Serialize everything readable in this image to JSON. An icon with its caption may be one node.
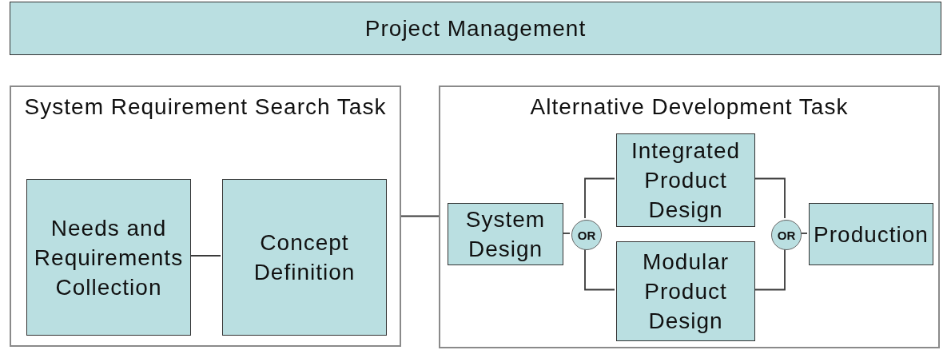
{
  "diagram": {
    "nodes": [
      {
        "text": [
          "Project Management"
        ]
      },
      {
        "text": [
          "System Requirement Search Task"
        ]
      },
      {
        "text": [
          "Needs and Requirements Collection"
        ],
        "in": 1
      },
      {
        "text": [
          "Concept Definition"
        ],
        "in": 1
      },
      {
        "text": [
          "Alternative Development Task"
        ]
      },
      {
        "text": [
          "System Design"
        ],
        "in": 4
      },
      {
        "text": [
          "OR"
        ],
        "in": 4
      },
      {
        "text": [
          "Integrated Product Design"
        ],
        "in": 4
      },
      {
        "text": [
          "Modular Product Design"
        ],
        "in": 4
      },
      {
        "text": [
          "OR"
        ],
        "in": 4
      },
      {
        "text": [
          "Production"
        ],
        "in": 4
      }
    ],
    "edges": [
      {
        "from": 2,
        "to": 3,
        "arrow": "none"
      },
      {
        "from": 1,
        "to": 4,
        "arrow": "none"
      },
      {
        "from": 5,
        "to": 6,
        "arrow": "none"
      },
      {
        "from": 6,
        "to": 7,
        "arrow": "none"
      },
      {
        "from": 6,
        "to": 8,
        "arrow": "none"
      },
      {
        "from": 7,
        "to": 9,
        "arrow": "none"
      },
      {
        "from": 8,
        "to": 9,
        "arrow": "none"
      },
      {
        "from": 9,
        "to": 10,
        "arrow": "none"
      }
    ]
  }
}
